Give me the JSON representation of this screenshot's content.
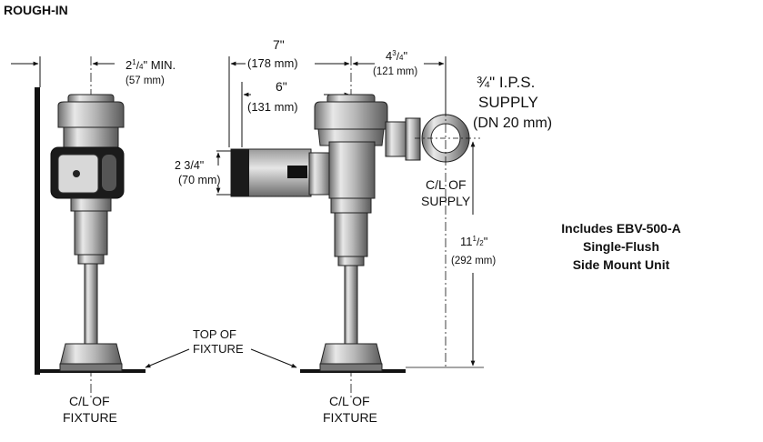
{
  "title": "ROUGH-IN",
  "side_view": {
    "dim_min_main": "2",
    "dim_min_sup": "1",
    "dim_min_sub": "4",
    "dim_min_suffix": "\" MIN.",
    "dim_min_metric": "(57 mm)",
    "top_of_fixture_line1": "TOP OF",
    "top_of_fixture_line2": "FIXTURE",
    "cl_fixture_line1": "C/L OF",
    "cl_fixture_line2": "FIXTURE"
  },
  "front_view": {
    "dim_7": "7\"",
    "dim_7_metric": "(178 mm)",
    "dim_6": "6\"",
    "dim_6_metric": "(131 mm)",
    "dim_4_main": "4",
    "dim_4_sup": "3",
    "dim_4_sub": "4",
    "dim_4_suffix": "\"",
    "dim_4_metric": "(121 mm)",
    "dim_234": "2 3/4\"",
    "dim_234_metric": "(70 mm)",
    "supply_line1": "¾\" I.P.S.",
    "supply_line2": "SUPPLY",
    "supply_line3": "(DN 20 mm)",
    "cl_supply_line1": "C/L OF",
    "cl_supply_line2": "SUPPLY",
    "dim_11_main": "11",
    "dim_11_sup": "1",
    "dim_11_sub": "2",
    "dim_11_suffix": "\"",
    "dim_11_metric": "(292 mm)",
    "cl_fixture_line1": "C/L OF",
    "cl_fixture_line2": "FIXTURE"
  },
  "note": {
    "line1": "Includes EBV-500-A",
    "line2": "Single-Flush",
    "line3": "Side Mount Unit"
  }
}
